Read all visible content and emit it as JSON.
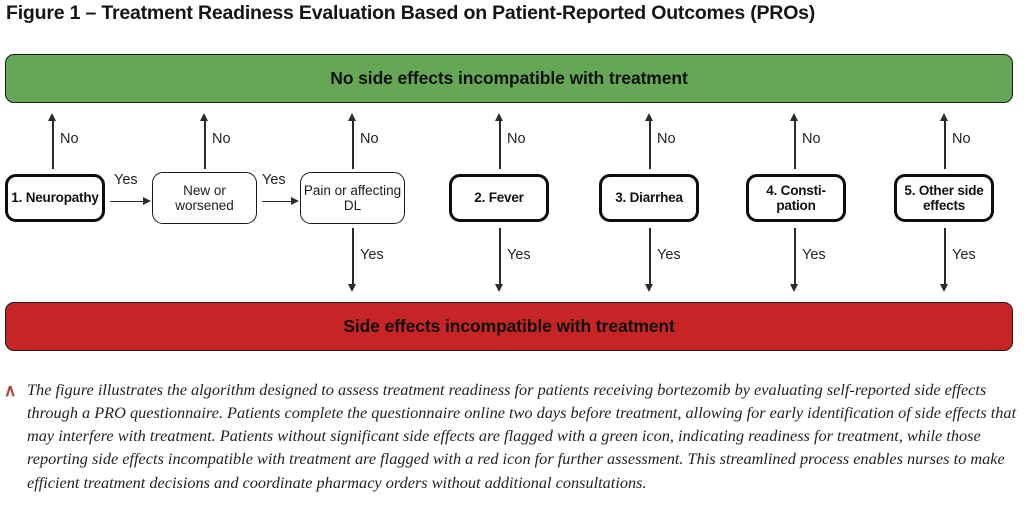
{
  "figure": {
    "title": "Figure 1 – Treatment Readiness Evaluation Based on Patient-Reported Outcomes (PROs)"
  },
  "banners": {
    "top": {
      "label": "No side effects incompatible with treatment",
      "color": "#65a755",
      "outcome": "ready"
    },
    "bottom": {
      "label": "Side effects incompatible with treatment",
      "color": "#c62425",
      "outcome": "not-ready"
    }
  },
  "edge_labels": {
    "no": "No",
    "yes": "Yes"
  },
  "nodes": [
    {
      "id": "neuropathy",
      "label": "1. Neuropathy",
      "style": "primary"
    },
    {
      "id": "new-worsened",
      "label": "New or worsened",
      "style": "sub"
    },
    {
      "id": "pain-dl",
      "label": "Pain or affecting DL",
      "style": "sub"
    },
    {
      "id": "fever",
      "label": "2. Fever",
      "style": "primary"
    },
    {
      "id": "diarrhea",
      "label": "3. Diarrhea",
      "style": "primary"
    },
    {
      "id": "constipation",
      "label": "4. Consti-pation",
      "style": "primary"
    },
    {
      "id": "other",
      "label": "5. Other side effects",
      "style": "primary"
    }
  ],
  "caption": {
    "marker": "∧",
    "marker_color": "#b0463c",
    "text": "The figure illustrates the algorithm designed to assess treatment readiness for patients receiving bortezomib by evaluating self-reported side effects through a PRO questionnaire. Patients complete the questionnaire online two days before treatment, allowing for early identification of side effects that may interfere with treatment. Patients without significant side effects are flagged with a green icon, indicating readiness for treatment, while those reporting side effects incompatible with treatment are flagged with a red icon for further assessment. This streamlined process enables nurses to make efficient treatment decisions and coordinate pharmacy orders without additional consultations."
  }
}
